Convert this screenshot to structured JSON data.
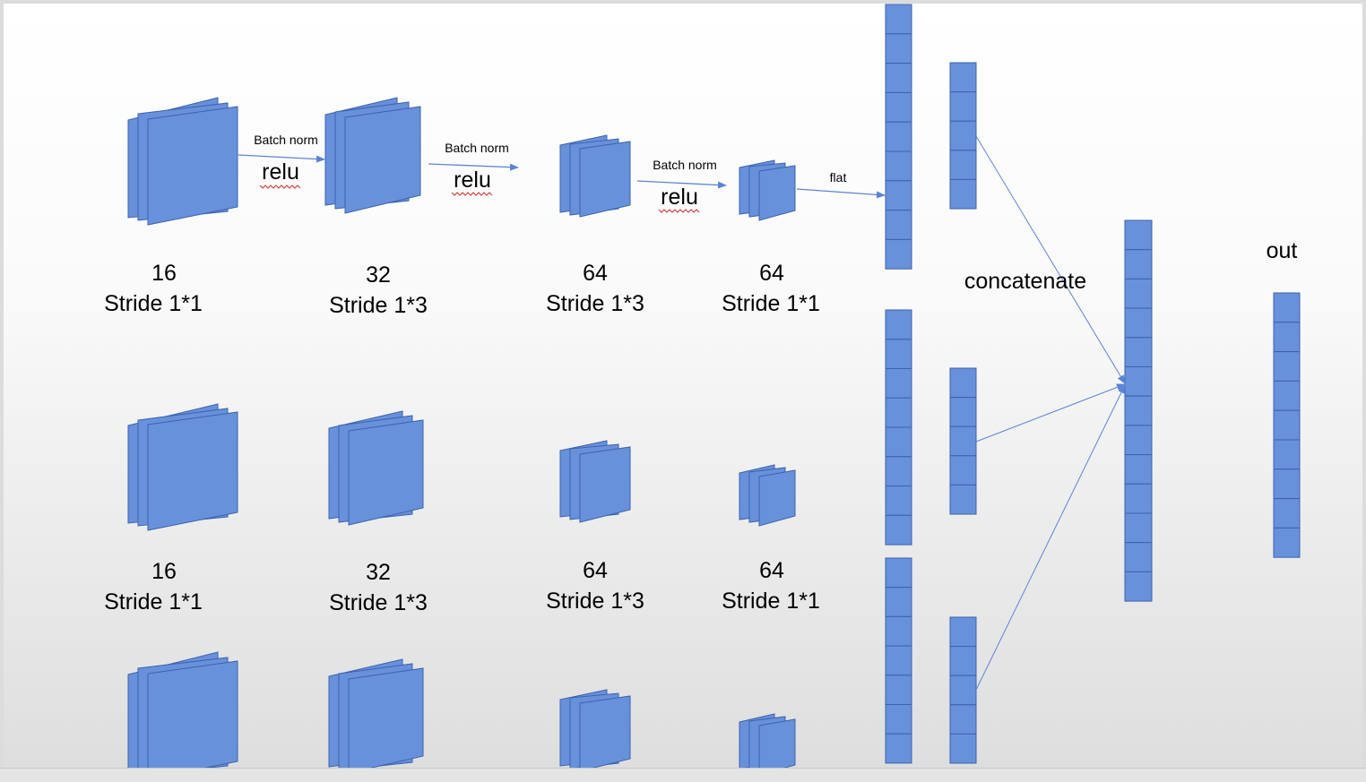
{
  "colors": {
    "block_fill": "#6891dc",
    "block_stroke": "#3b62ad",
    "arrow": "#5a85d6",
    "squiggle": "#d93030"
  },
  "rows": [
    {
      "layers": [
        {
          "filters": "16",
          "stride": "Stride 1*1"
        },
        {
          "filters": "32",
          "stride": "Stride 1*3"
        },
        {
          "filters": "64",
          "stride": "Stride 1*3"
        },
        {
          "filters": "64",
          "stride": "Stride 1*1"
        }
      ]
    },
    {
      "layers": [
        {
          "filters": "16",
          "stride": "Stride 1*1"
        },
        {
          "filters": "32",
          "stride": "Stride 1*3"
        },
        {
          "filters": "64",
          "stride": "Stride 1*3"
        },
        {
          "filters": "64",
          "stride": "Stride 1*1"
        }
      ]
    }
  ],
  "arrows": [
    {
      "top": "Batch norm",
      "bottom": "relu"
    },
    {
      "top": "Batch norm",
      "bottom": "relu"
    },
    {
      "top": "Batch norm",
      "bottom": "relu"
    }
  ],
  "flat_label": "flat",
  "concatenate_label": "concatenate",
  "out_label": "out"
}
